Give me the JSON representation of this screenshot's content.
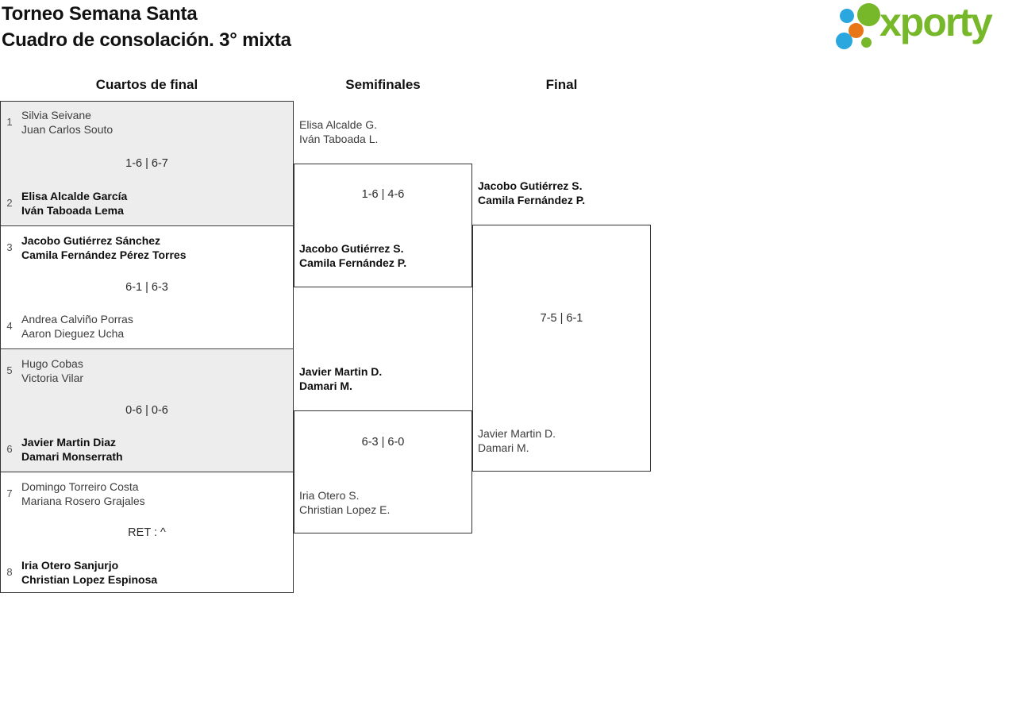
{
  "page": {
    "title_line1": "Torneo Semana Santa",
    "title_line2": "Cuadro de consolación. 3° mixta"
  },
  "logo": {
    "wordmark": "xporty",
    "colors": {
      "green": "#76b82a",
      "blue": "#2ba7e0",
      "orange": "#e87617"
    }
  },
  "round_headers": {
    "quarterfinals": "Cuartos de final",
    "semifinals": "Semifinales",
    "final": "Final"
  },
  "colors": {
    "border": "#333333",
    "shaded_match_bg": "#ededed",
    "winner_text": "#0e0e0e",
    "loser_text": "#3d3d3d"
  },
  "quarterfinals": [
    {
      "seed_top": "1",
      "top_line1": "Silvia Seivane",
      "top_line2": "Juan Carlos Souto",
      "score": "1-6 | 6-7",
      "seed_bottom": "2",
      "bottom_line1": "Elisa Alcalde García",
      "bottom_line2": "Iván Taboada Lema",
      "winner": "bottom"
    },
    {
      "seed_top": "3",
      "top_line1": "Jacobo Gutiérrez Sánchez",
      "top_line2": "Camila Fernández Pérez Torres",
      "score": "6-1 | 6-3",
      "seed_bottom": "4",
      "bottom_line1": "Andrea Calviño Porras",
      "bottom_line2": "Aaron Dieguez Ucha",
      "winner": "top"
    },
    {
      "seed_top": "5",
      "top_line1": "Hugo Cobas",
      "top_line2": "Victoria Vilar",
      "score": "0-6 | 0-6",
      "seed_bottom": "6",
      "bottom_line1": "Javier Martin Diaz",
      "bottom_line2": "Damari Monserrath",
      "winner": "bottom"
    },
    {
      "seed_top": "7",
      "top_line1": "Domingo Torreiro Costa",
      "top_line2": "Mariana Rosero Grajales",
      "score": "RET : ^",
      "seed_bottom": "8",
      "bottom_line1": "Iria Otero Sanjurjo",
      "bottom_line2": "Christian Lopez Espinosa",
      "winner": "bottom"
    }
  ],
  "semifinals": [
    {
      "top_line1": "Elisa Alcalde G.",
      "top_line2": "Iván Taboada L.",
      "score": "1-6 | 4-6",
      "bottom_line1": "Jacobo Gutiérrez S.",
      "bottom_line2": "Camila Fernández P.",
      "winner": "bottom"
    },
    {
      "top_line1": "Javier Martin D.",
      "top_line2": "Damari M.",
      "score": "6-3 | 6-0",
      "bottom_line1": "Iria Otero S.",
      "bottom_line2": "Christian Lopez E.",
      "winner": "top"
    }
  ],
  "final": {
    "top_line1": "Jacobo Gutiérrez S.",
    "top_line2": "Camila Fernández P.",
    "score": "7-5 | 6-1",
    "bottom_line1": "Javier Martin D.",
    "bottom_line2": "Damari M.",
    "winner": "top"
  }
}
